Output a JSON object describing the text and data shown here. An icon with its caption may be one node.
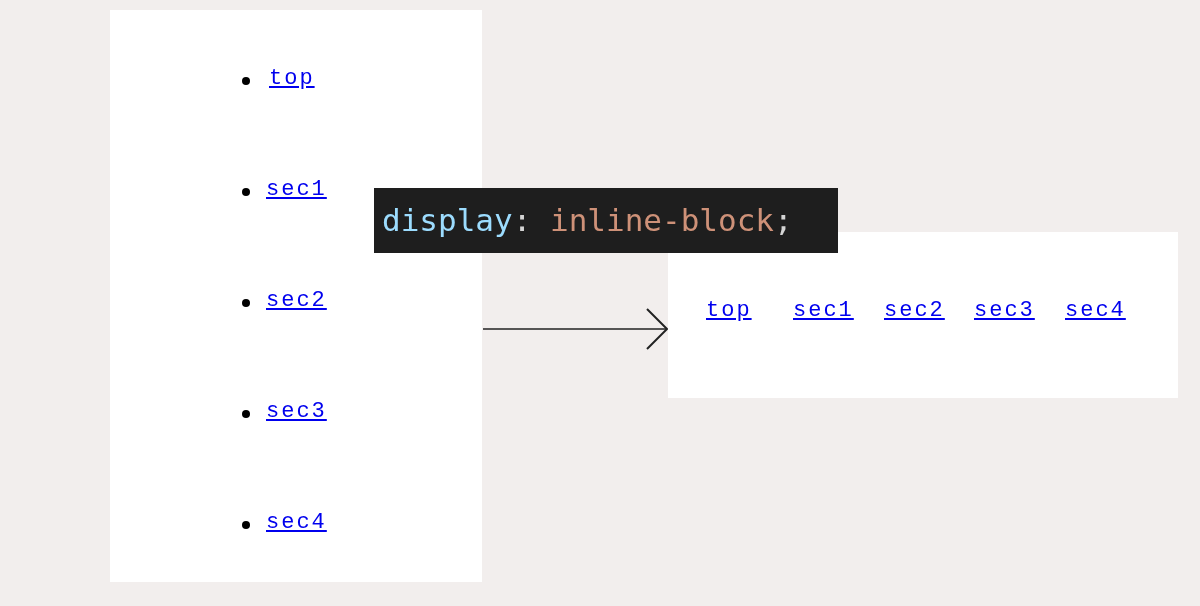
{
  "diagram": {
    "nodes": [
      {
        "text": [
          "top",
          "sec1",
          "sec2",
          "sec3",
          "sec4"
        ]
      },
      {
        "text": [
          "top",
          "sec1",
          "sec2",
          "sec3",
          "sec4"
        ]
      }
    ],
    "edges": [
      {
        "from": 0,
        "to": 1,
        "arrow": "to"
      }
    ],
    "labels": [
      "display: inline-block;"
    ]
  }
}
